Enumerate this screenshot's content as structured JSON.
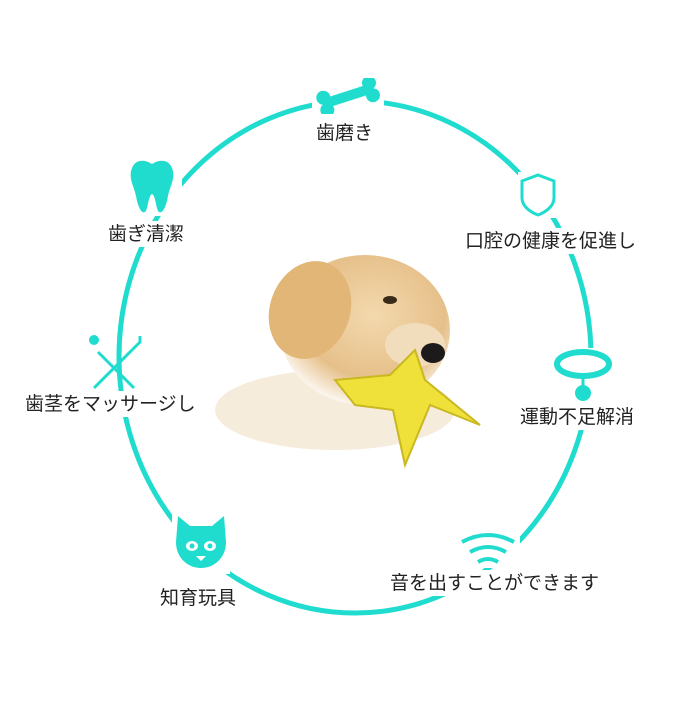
{
  "accent_color": "#1fdccf",
  "features": [
    {
      "label": "歯磨き",
      "icon": "bone-icon"
    },
    {
      "label": "歯ぎ清潔",
      "icon": "tooth-icon"
    },
    {
      "label": "口腔の健康を促進し",
      "icon": "shield-icon"
    },
    {
      "label": "歯茎をマッサージし",
      "icon": "toothbrush-icon"
    },
    {
      "label": "運動不足解消",
      "icon": "dog-collar-icon"
    },
    {
      "label": "音を出すことができます",
      "icon": "sound-wave-icon"
    },
    {
      "label": "知育玩具",
      "icon": "shiba-dog-icon"
    }
  ]
}
